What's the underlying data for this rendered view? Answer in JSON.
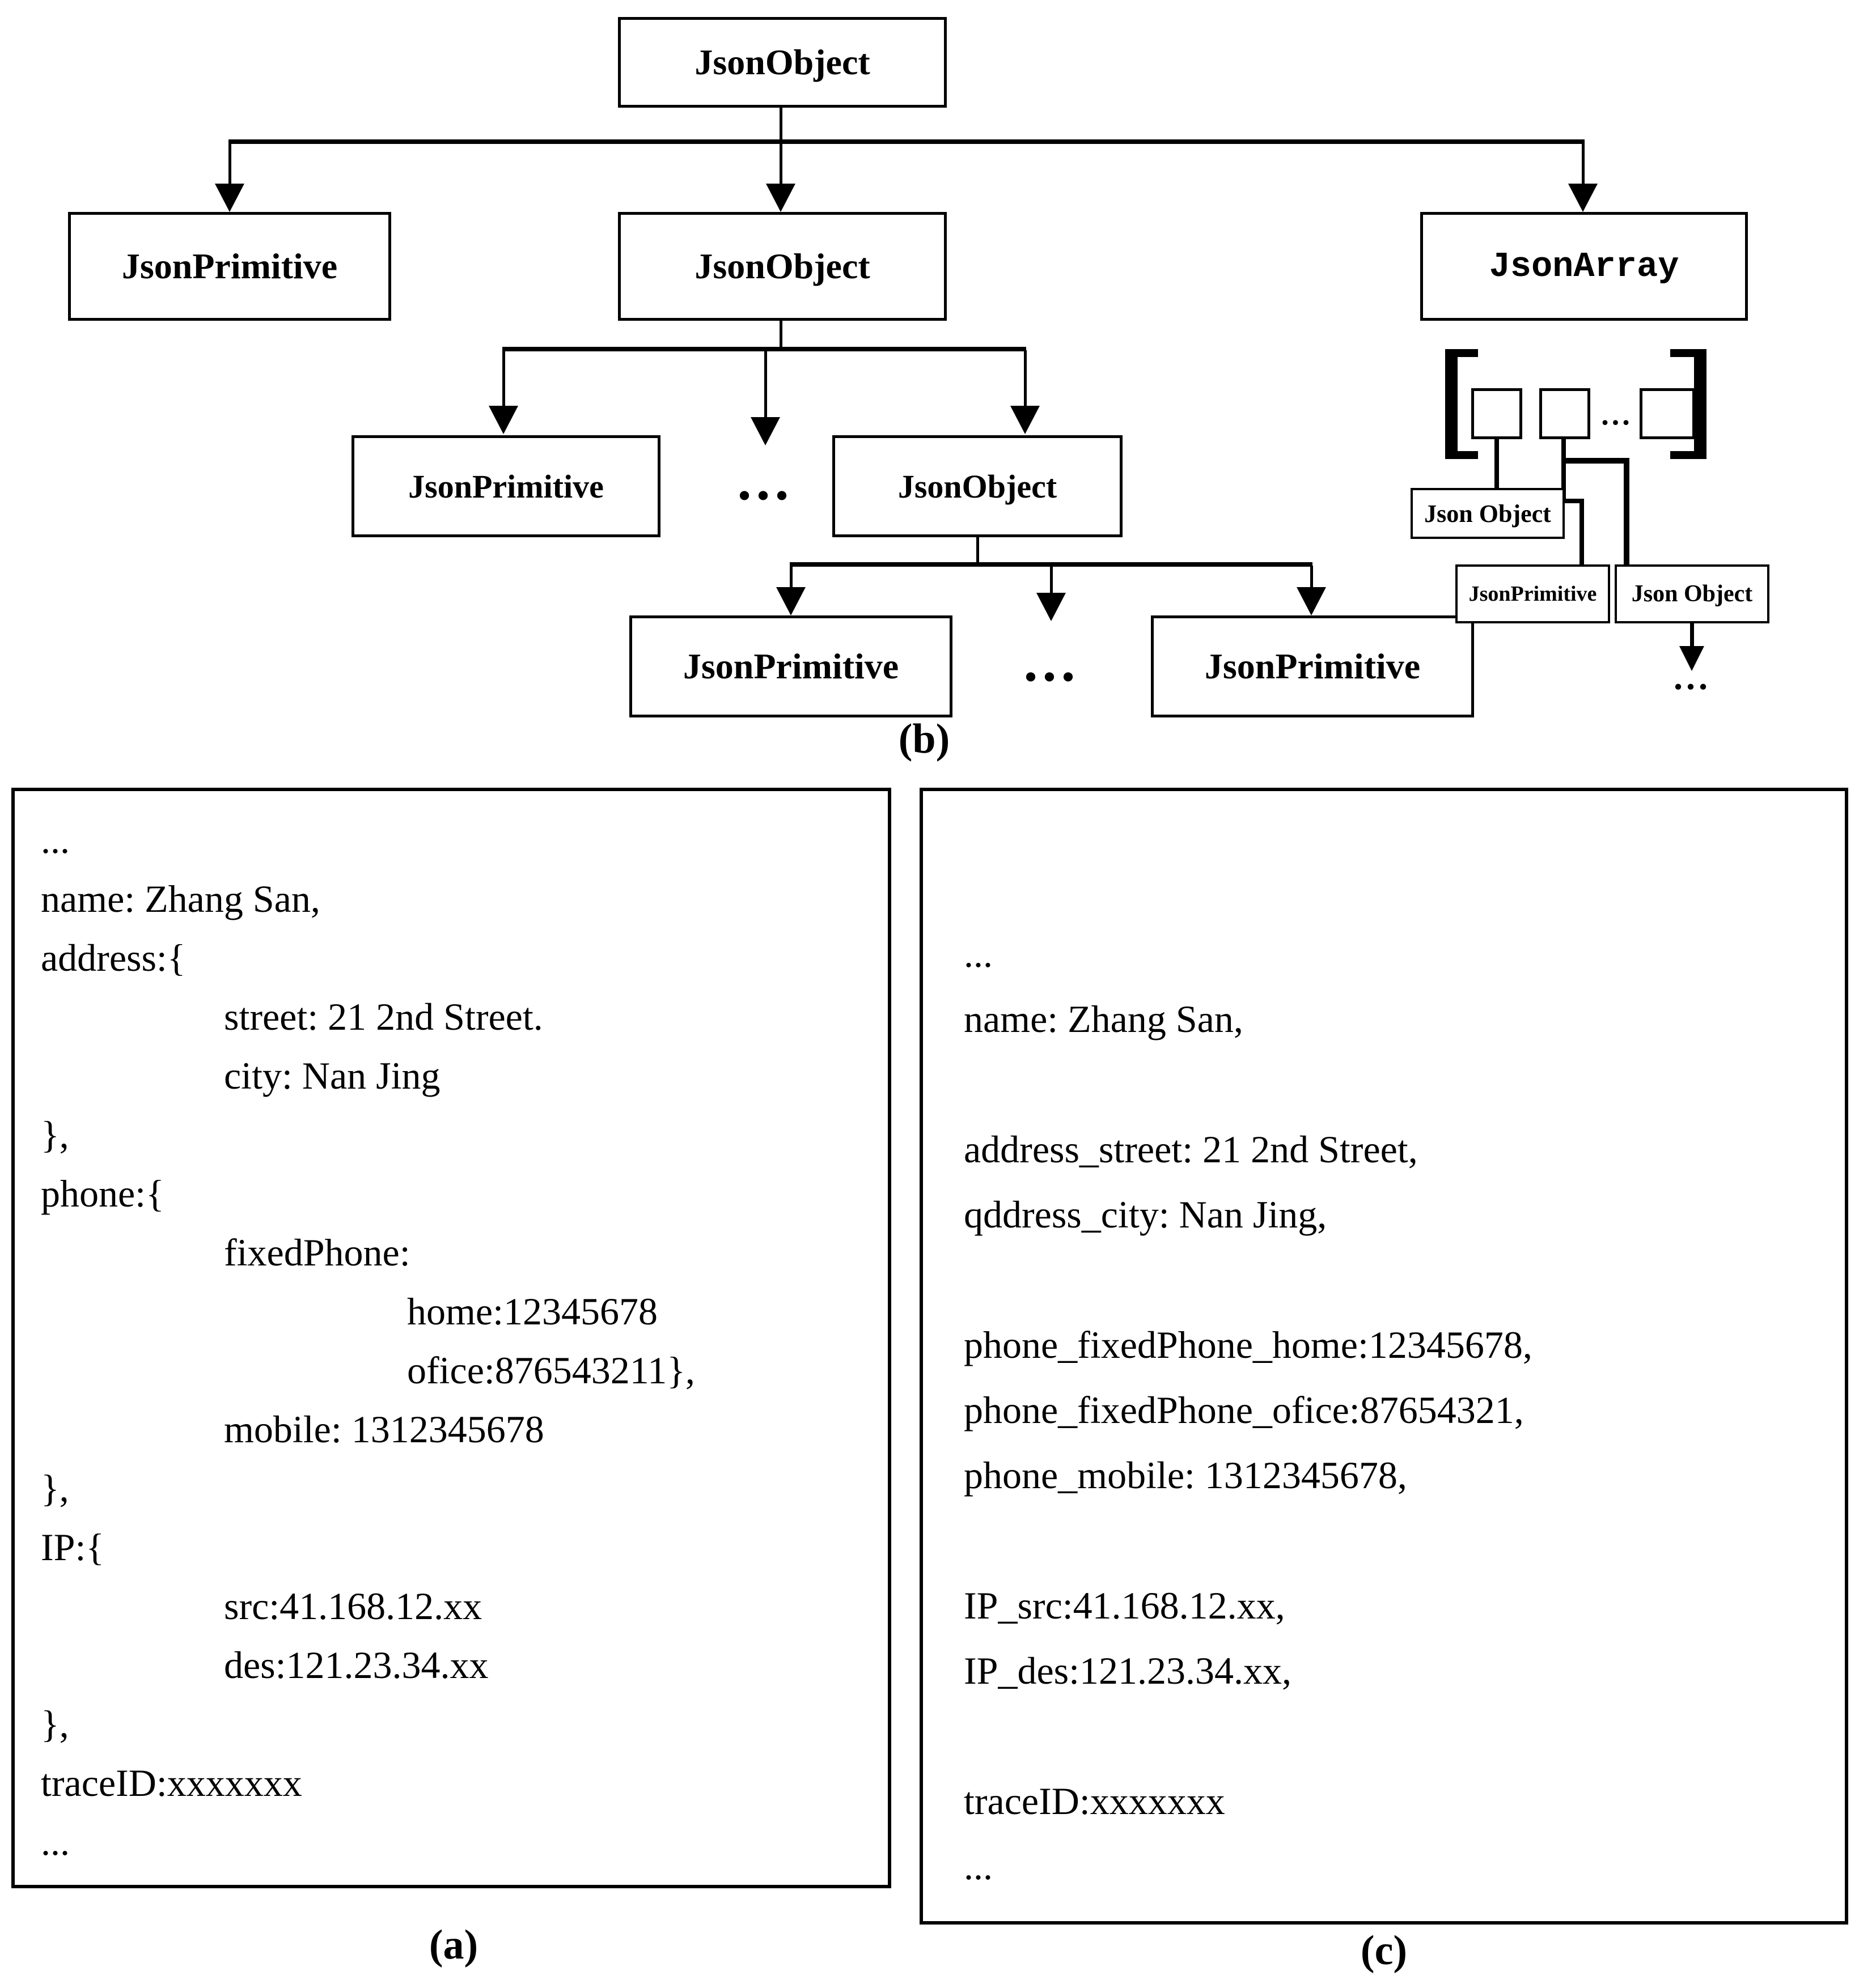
{
  "tree": {
    "root": "JsonObject",
    "level1": {
      "left": "JsonPrimitive",
      "middle": "JsonObject",
      "right": "JsonArray"
    },
    "level2": {
      "left": "JsonPrimitive",
      "dots": "...",
      "right": "JsonObject"
    },
    "level3": {
      "left": "JsonPrimitive",
      "dots": "...",
      "right": "JsonPrimitive"
    },
    "array": {
      "items_dots": "...",
      "child_object": "Json Object",
      "child_primitive": "JsonPrimitive",
      "child_object2": "Json Object",
      "expand_dots": "..."
    },
    "caption": "(b)"
  },
  "panel_a": {
    "caption": "(a)",
    "lines": [
      "...",
      "name: Zhang San,",
      "address:{",
      "\tstreet: 21 2nd Street.",
      "\tcity: Nan Jing",
      "},",
      "phone:{",
      "\tfixedPhone:",
      "\t\thome:12345678",
      "\t\tofice:876543211},",
      "\tmobile: 1312345678",
      "},",
      "IP:{",
      "\tsrc:41.168.12.xx",
      "\tdes:121.23.34.xx",
      "},",
      "traceID:xxxxxxx",
      "..."
    ]
  },
  "panel_c": {
    "caption": "(c)",
    "lines": [
      "...",
      "name: Zhang San,",
      "",
      "address_street: 21 2nd Street,",
      "qddress_city: Nan Jing,",
      "",
      "phone_fixedPhone_home:12345678,",
      "phone_fixedPhone_ofice:87654321,",
      "phone_mobile: 1312345678,",
      "",
      "IP_src:41.168.12.xx,",
      "IP_des:121.23.34.xx,",
      "",
      "traceID:xxxxxxx",
      "..."
    ]
  },
  "colors": {
    "ink": "#000000",
    "paper": "#ffffff"
  }
}
